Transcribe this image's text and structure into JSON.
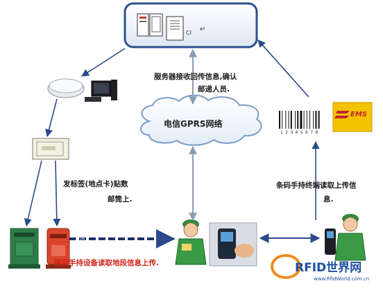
{
  "server_box": {
    "card_label": "CI",
    "return_mark": "↵"
  },
  "cloud": {
    "label": "电信GPRS网络"
  },
  "labels": {
    "server_note_line1": "服务器接收回传信息,确认",
    "server_note_line2": "邮递人员.",
    "tag_note_line1": "发标签(地点卡)贴数",
    "tag_note_line2": "邮筒上.",
    "barcode_note_line1": "条码手持终端读取上传信",
    "barcode_note_line2": "息.",
    "handheld_note": "携带手持设备读取地段信息上传.",
    "arrow_small_text": "自动"
  },
  "ems_logo": {
    "text": "EMS"
  },
  "barcode": {
    "digits": "1 2 3 4 5 6 7 8"
  },
  "logo": {
    "main": "RFID世界网",
    "sub": "www.RfidWorld.com.cn"
  },
  "colors": {
    "arrow": "#2b4a8c",
    "cloud_stroke": "#7a9bc8",
    "server_box_stroke": "#2e4f8f",
    "ems_yellow": "#f5c200",
    "postbox_green": "#2f7d4a",
    "postbox_red": "#d8442c",
    "logo_orange": "#f08a1d",
    "logo_blue": "#1e4fa0"
  }
}
